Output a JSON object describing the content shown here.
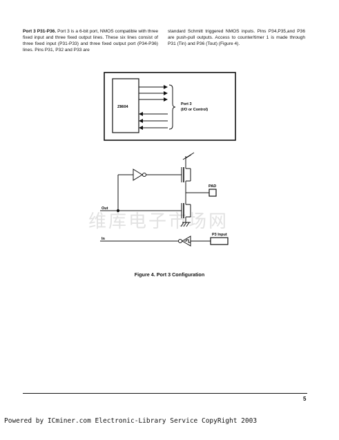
{
  "body": {
    "left_heading": "Port 3 P31-P36.",
    "left_text": "Port 3 is a 6-bit port, NMOS compatible with three fixed input and three fixed output lines. These six lines consist of three fixed input (P31-P33) and three fixed output port (P34-P36) lines. Pins P31, P32 and P33 are",
    "right_text": "standard Schmitt triggered NMOS inputs. Pins P34,P35,and P36 are push-pull outputs. Access to counter/timer 1 is made through P31 (Tin) and P36 (Tout) (Figure 4)."
  },
  "figure": {
    "chip_label": "Z8604",
    "port_label_line1": "Port 3",
    "port_label_line2": "(I/O or Control)",
    "pad_label": "PAD",
    "out_label": "Out",
    "in_label": "In",
    "p3_input_label": "P3 Input",
    "caption": "Figure 4.  Port 3 Configuration"
  },
  "watermark": "维库电子市场网",
  "footer": {
    "page_number": "5",
    "copyright": "Powered by ICminer.com Electronic-Library Service CopyRight 2003"
  }
}
